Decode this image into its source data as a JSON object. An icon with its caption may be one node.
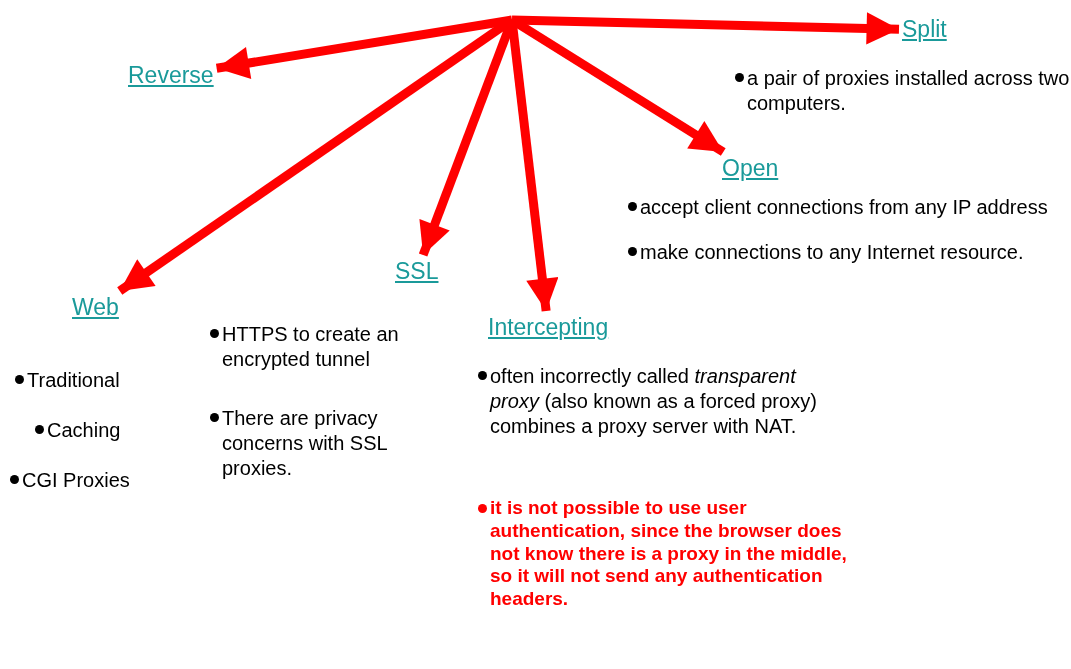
{
  "diagram": {
    "nodes": [
      {
        "text": [
          "Split"
        ],
        "beside": [
          "a pair of proxies installed across two computers."
        ]
      },
      {
        "text": [
          "Reverse"
        ]
      },
      {
        "text": [
          "Open"
        ],
        "beside": [
          "accept client connections from any IP address",
          "make connections to any Internet resource."
        ]
      },
      {
        "text": [
          "SSL"
        ],
        "beside": [
          "HTTPS to create an encrypted tunnel",
          "There are privacy concerns with SSL proxies."
        ]
      },
      {
        "text": [
          "Web"
        ],
        "beside": [
          "Traditional",
          "Caching",
          "CGI Proxies"
        ]
      },
      {
        "text": [
          "Intercepting"
        ],
        "beside": [
          "often incorrectly called *transparent proxy* (also known as a forced proxy) combines a proxy server with NAT.",
          "it is not possible to use user authentication, since the browser does not know there is a proxy in the middle, so it will not send any authentication headers."
        ]
      }
    ],
    "edges": [
      {
        "from": null,
        "to": 0,
        "arrow": "to"
      },
      {
        "from": null,
        "to": 1,
        "arrow": "to"
      },
      {
        "from": null,
        "to": 2,
        "arrow": "to"
      },
      {
        "from": null,
        "to": 3,
        "arrow": "to"
      },
      {
        "from": null,
        "to": 4,
        "arrow": "to"
      },
      {
        "from": null,
        "to": 5,
        "arrow": "to"
      }
    ]
  }
}
